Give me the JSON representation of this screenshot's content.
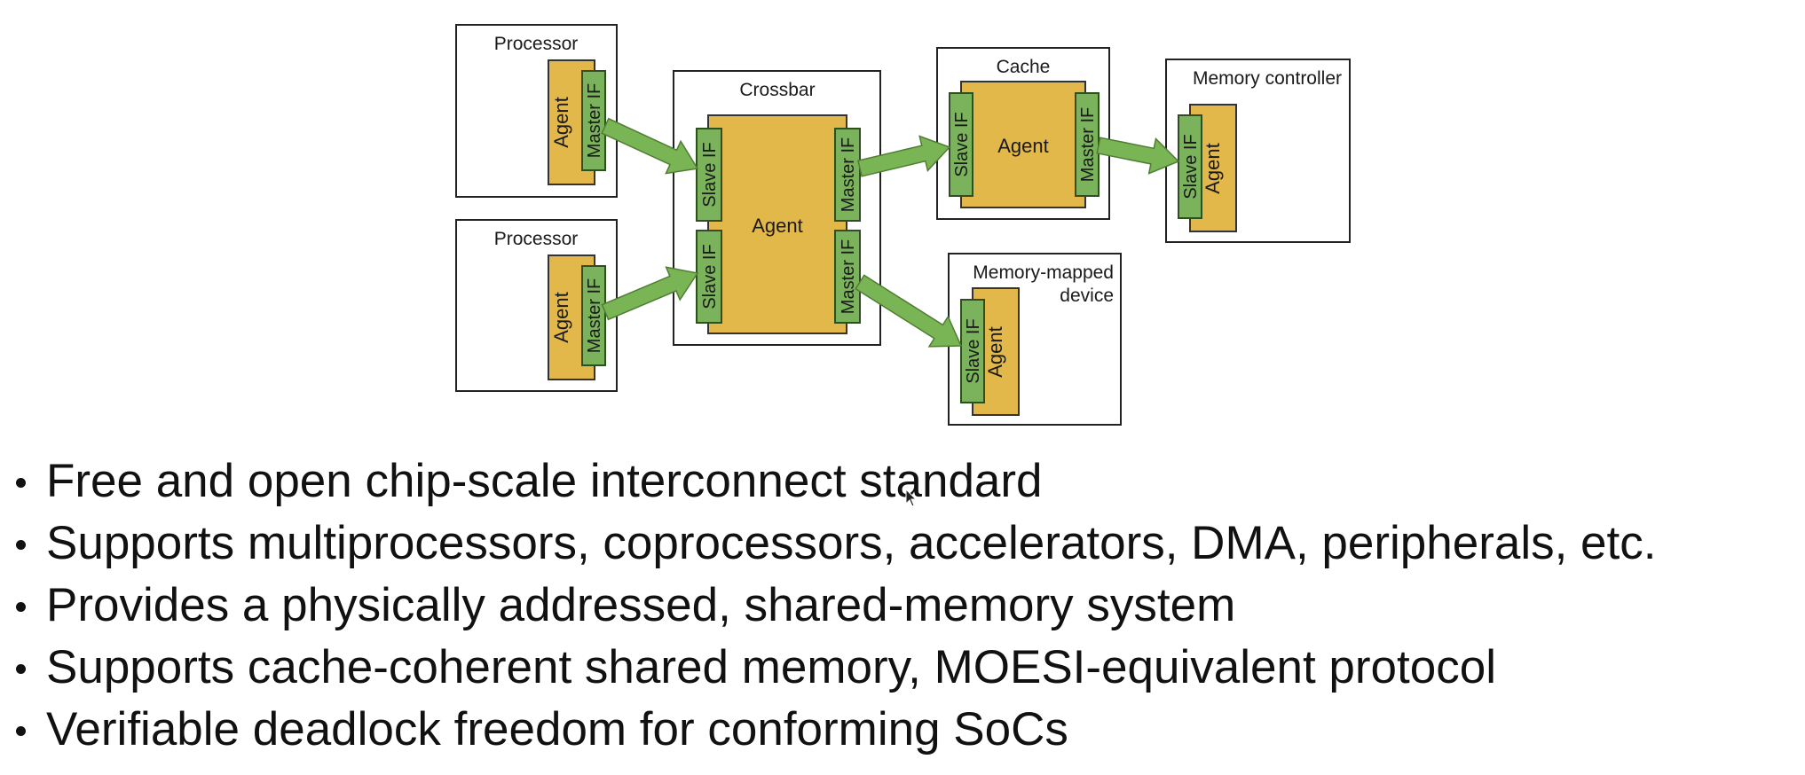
{
  "diagram": {
    "processor_1": {
      "title": "Processor",
      "agent": "Agent",
      "master_if": "Master IF"
    },
    "processor_2": {
      "title": "Processor",
      "agent": "Agent",
      "master_if": "Master IF"
    },
    "crossbar": {
      "title": "Crossbar",
      "agent": "Agent",
      "slave_if_top": "Slave IF",
      "slave_if_bottom": "Slave IF",
      "master_if_top": "Master IF",
      "master_if_bottom": "Master IF"
    },
    "cache": {
      "title": "Cache",
      "agent": "Agent",
      "slave_if": "Slave IF",
      "master_if": "Master IF"
    },
    "memory_controller": {
      "title": "Memory controller",
      "agent": "Agent",
      "slave_if": "Slave IF"
    },
    "memory_mapped_device": {
      "title_line1": "Memory-mapped",
      "title_line2": "device",
      "agent": "Agent",
      "slave_if": "Slave IF"
    },
    "colors": {
      "agent": "#e3b84a",
      "interface": "#7ab35c",
      "arrow": "#79b455"
    }
  },
  "bullets": [
    "Free and open chip-scale interconnect standard",
    "Supports multiprocessors, coprocessors, accelerators, DMA, peripherals, etc.",
    "Provides a physically addressed, shared-memory system",
    "Supports cache-coherent shared memory, MOESI-equivalent protocol",
    "Verifiable deadlock freedom for conforming SoCs"
  ],
  "bullet_icon": "bullet-dot"
}
